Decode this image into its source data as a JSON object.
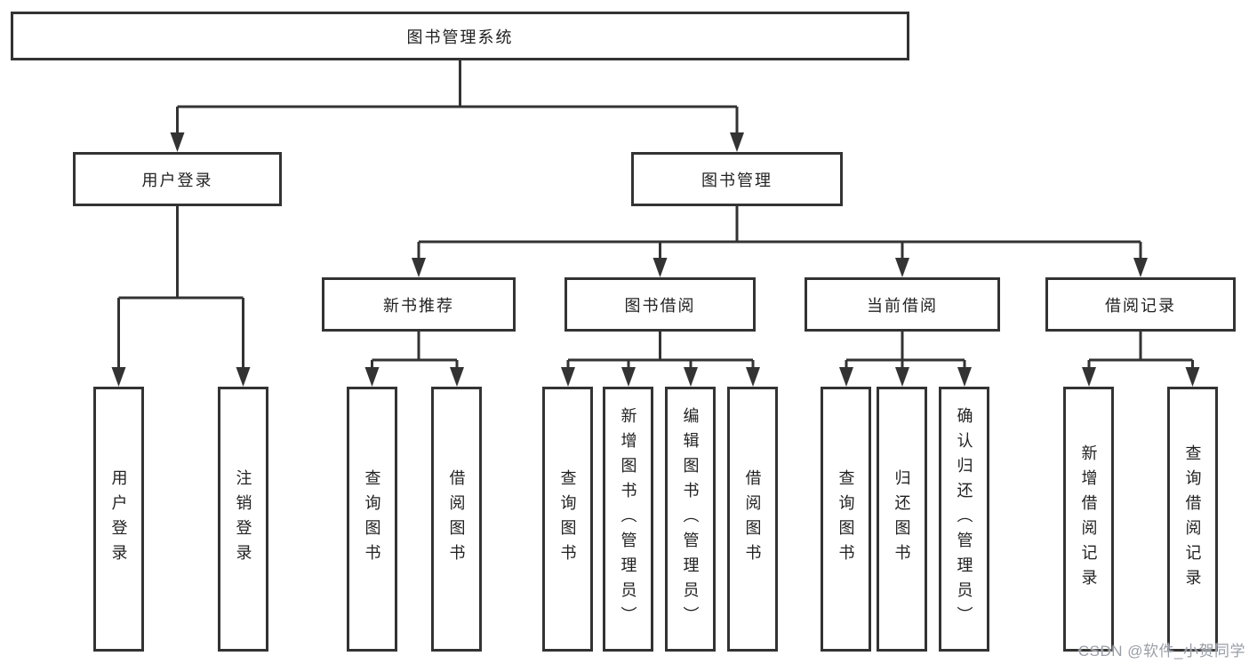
{
  "diagram": {
    "root": "图书管理系统",
    "branches": {
      "user_login": "用户登录",
      "book_mgmt": "图书管理"
    },
    "sections": {
      "new_books": "新书推荐",
      "book_borrow": "图书借阅",
      "current_borrow": "当前借阅",
      "borrow_records": "借阅记录"
    },
    "leaves": {
      "user_login": "用户登录",
      "logout": "注销登录",
      "nb_query": "查询图书",
      "nb_borrow": "借阅图书",
      "bw_query": "查询图书",
      "bw_add": "新增图书（管理员）",
      "bw_edit": "编辑图书（管理员）",
      "bw_borrow": "借阅图书",
      "cur_query": "查询图书",
      "cur_return": "归还图书",
      "cur_confirm": "确认归还（管理员）",
      "rec_add": "新增借阅记录",
      "rec_query": "查询借阅记录"
    },
    "line_color": "#333333"
  },
  "watermark": "CSDN @软件_小贺同学"
}
